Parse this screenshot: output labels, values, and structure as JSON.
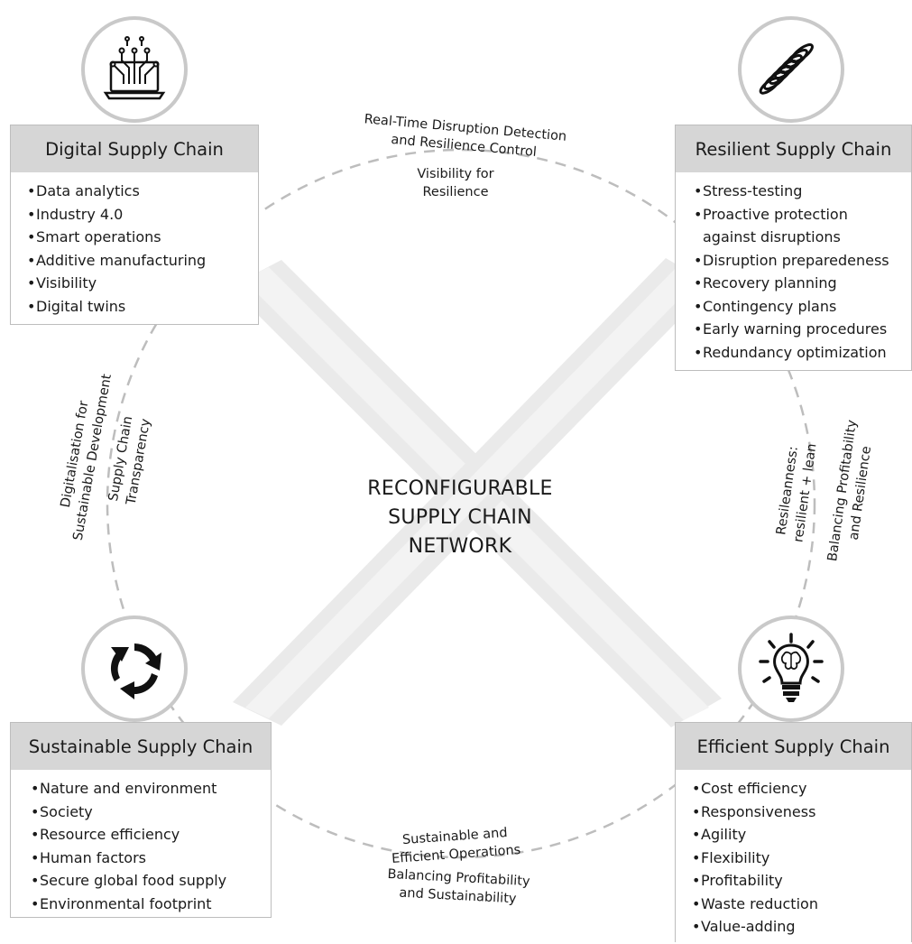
{
  "center": {
    "line1": "RECONFIGURABLE",
    "line2": "SUPPLY CHAIN",
    "line3": "NETWORK"
  },
  "quadrants": {
    "digital": {
      "title": "Digital Supply Chain",
      "icon": "laptop-circuit-icon",
      "bullet": "•",
      "items": [
        "Data analytics",
        "Industry 4.0",
        "Smart operations",
        "Additive manufacturing",
        "Visibility",
        "Digital twins"
      ]
    },
    "resilient": {
      "title": "Resilient Supply Chain",
      "icon": "spring-icon",
      "bullet": "•",
      "items": [
        "Stress-testing",
        "Proactive protection",
        "against disruptions",
        "Disruption preparedeness",
        "Recovery planning",
        "Contingency plans",
        "Early warning procedures",
        "Redundancy optimization"
      ]
    },
    "sustainable": {
      "title": "Sustainable Supply Chain",
      "icon": "recycle-arrows-icon",
      "bullet": "•",
      "items": [
        "Nature and environment",
        "Society",
        "Resource efficiency",
        "Human factors",
        "Secure global food supply",
        "Environmental footprint"
      ]
    },
    "efficient": {
      "title": "Efficient Supply Chain",
      "icon": "lightbulb-brain-icon",
      "bullet": "•",
      "items": [
        "Cost efficiency",
        "Responsiveness",
        "Agility",
        "Flexibility",
        "Profitability",
        "Waste reduction",
        "Value-adding"
      ]
    }
  },
  "links": {
    "top_outer_line1": "Real-Time Disruption Detection",
    "top_outer_line2": "and Resilience Control",
    "top_inner_line1": "Visibility for",
    "top_inner_line2": "Resilience",
    "left_outer_line1": "Digitalisation for",
    "left_outer_line2": "Sustainable Development",
    "left_inner_line1": "Supply Chain",
    "left_inner_line2": "Transparency",
    "right_outer_line1": "Resileanness:",
    "right_outer_line2": "resilient + lean",
    "right_inner_line1": "Balancing Profitability",
    "right_inner_line2": "and Resilience",
    "bottom_outer_line1": "Sustainable and",
    "bottom_outer_line2": "Efficient Operations",
    "bottom_inner_line1": "Balancing Profitability",
    "bottom_inner_line2": "and Sustainability"
  },
  "colors": {
    "header_gray": "#d6d6d6",
    "band_gray": "#d9d9d9",
    "dash_gray": "#bdbdbd",
    "icon_ring": "#c9c9c9"
  }
}
